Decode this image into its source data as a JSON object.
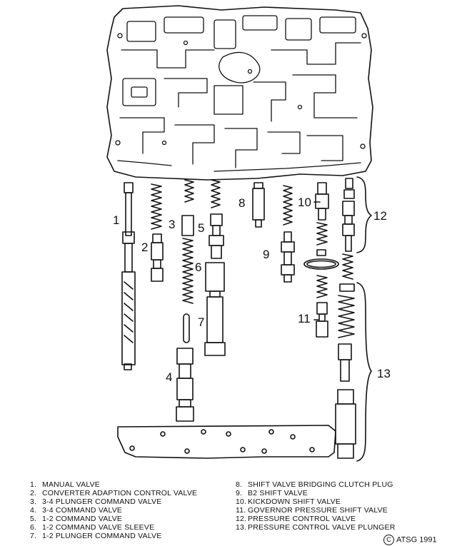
{
  "callouts": [
    "1",
    "2",
    "3",
    "4",
    "5",
    "6",
    "7",
    "8",
    "9",
    "10",
    "11",
    "12",
    "13"
  ],
  "legend": [
    {
      "num": "1.",
      "text": "MANUAL VALVE"
    },
    {
      "num": "2.",
      "text": "CONVERTER ADAPTION CONTROL VALVE"
    },
    {
      "num": "3.",
      "text": "3-4 PLUNGER COMMAND VALVE"
    },
    {
      "num": "4.",
      "text": "3-4 COMMAND VALVE"
    },
    {
      "num": "5.",
      "text": "1-2 COMMAND VALVE"
    },
    {
      "num": "6.",
      "text": "1-2 COMMAND VALVE SLEEVE"
    },
    {
      "num": "7.",
      "text": "1-2 PLUNGER COMMAND VALVE"
    },
    {
      "num": "8.",
      "text": "SHIFT VALVE BRIDGING CLUTCH PLUG"
    },
    {
      "num": "9.",
      "text": "B2 SHIFT VALVE"
    },
    {
      "num": "10.",
      "text": "KICKDOWN SHIFT VALVE"
    },
    {
      "num": "11.",
      "text": "GOVERNOR PRESSURE SHIFT VALVE"
    },
    {
      "num": "12.",
      "text": "PRESSURE CONTROL VALVE"
    },
    {
      "num": "13.",
      "text": "PRESSURE CONTROL VALVE PLUNGER"
    }
  ],
  "copyright": {
    "symbol": "C",
    "text": "ATSG 1991"
  }
}
